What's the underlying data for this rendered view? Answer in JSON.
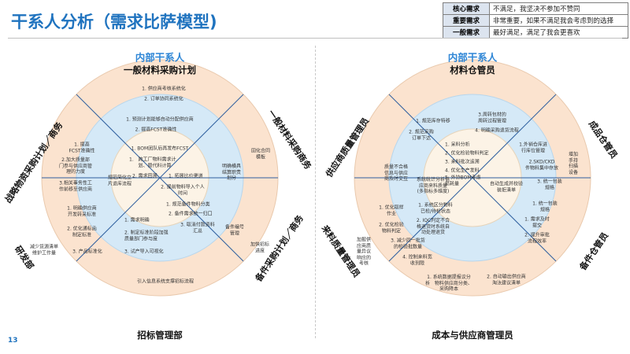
{
  "page": {
    "title": "干系人分析（需求比萨模型)",
    "page_number": "13"
  },
  "legend": [
    {
      "key": "核心需求",
      "desc": "不满足，我坚决不参加不赞同"
    },
    {
      "key": "重要需求",
      "desc": "非常重要，如果不满足我会考虑到的选择"
    },
    {
      "key": "一般需求",
      "desc": "最好满足，满足了我会更喜欢"
    }
  ],
  "colors": {
    "outer_ring": "#fbe3cf",
    "middle_ring": "#d5e9f7",
    "inner_disc": "#fcf3e6",
    "title_blue": "#1f73bf"
  },
  "left": {
    "header": "内部干系人",
    "top": "一般材料采购计划",
    "bottom": "招标管理部",
    "upper_left": "战略物资采购计划／商务",
    "upper_right": "一般材料采购商务",
    "lower_left": "研发部",
    "lower_right": "备件采购计划／商务",
    "items": {
      "ot1": "1. 供应商考核系统化",
      "ot2": "2. 订单协同系统化",
      "m1": "1. 预测计划能够自动分配供应商",
      "m2": "2. 提高FCST准确性",
      "in1": "1. BOM团队后再发布FCST",
      "in2": "1.   跨工厂物料需求计\n      划、替代料计算",
      "in3": "2. 需求回溯",
      "in4": "1. 拓展比价渠道",
      "in5": "2. 提前物料导入个人\n时间",
      "ul1": "1. 提高\nFCST准确性",
      "ul2": "2.加大质量部\n门参与供应商管\n理的力度",
      "ul3": "3.相关事务性工\n作前移至供应商",
      "cl": "规范简化立\n片退库流程",
      "ur1": "固化合同\n模板",
      "ur2": "明确横具\n结算职责\n划分",
      "ll1": "1. 明确供应商\n开发转采标准",
      "ll2": "2. 优化通标函\n制定标准",
      "ll3": "3. 产品标准化",
      "lo1": "减少货源清单\n维护工作量",
      "li1": "1. 需求明确",
      "li2": "2. 制定标准阶段加强\n质量部门参与度",
      "li3": "3. 试产导入可视化",
      "ri1": "1. 规范备件物料分类",
      "ri2": "2. 备件需求统一归口",
      "ri3": "3. 取消付款资料\n汇总",
      "rm1": "备件编号\n管理",
      "lr1": "加快招标\n进度",
      "ob1": "引入信息系统支撑招标流程"
    }
  },
  "right": {
    "header": "内部干系人",
    "top": "材料仓管员",
    "bottom": "成本与供应商管理员",
    "upper_left": "供应商质量管理员",
    "upper_right": "成品仓管员",
    "lower_left": "来料质量管理员",
    "lower_right": "备件仓管员",
    "items": {
      "tm1": "3.周转包材的\n周转过程管理",
      "tm2": "4. 明确采购退货流程",
      "ts1": "1. 规范库存特移",
      "ts2": "2. 规范采购\n订单下达",
      "ti1": "1. 呆料分析",
      "ti2": "2. 优化检验物料判定",
      "ti3": "3. 来料批次追溯",
      "ti4": "4. 优化生产发料",
      "ti5": "5. 外协BOM考虑\n损耗量",
      "ul1": "质量不合格\n信息与供应\n商及时交互",
      "cl1": "系统统计分析供\n应商来料质量\n(多指标多维度)",
      "cr1": "自动生成并校验\n装拒清单",
      "ur1": "1.外销仓库进\n行库位管理",
      "ur2": "2.SKD/CKD\n件物料集中存放",
      "ur3": "增加\n手持\n扫描\n设备",
      "rr1": "3. 统一包装\n规格",
      "ll1": "1. 优化取样\n作业",
      "ll2": "2. 优化检验\n物料判定",
      "ll3": "加报供\n应商质\n量异议\n响应的\n考核",
      "lm1": "1. 系统区分物料\n已检/待检状态",
      "lm2": "2. IQC判定不合\n格退货时系统自\n动处理退货",
      "lm3": "3. 减少同一批货\n的检验批数量",
      "lm4": "4. 控制来料宽\n收到限",
      "lr1": "1. 统一包装\n规格",
      "lr2": "1. 需求及时\n提交",
      "lr3": "2. 提升审批\n流程效率",
      "bl1": "1. 系统数据提报议分\n析   物料供应商分类、\n采购降本",
      "bl2": "2. 自动输出供应商\n淘汰建议清单"
    }
  }
}
